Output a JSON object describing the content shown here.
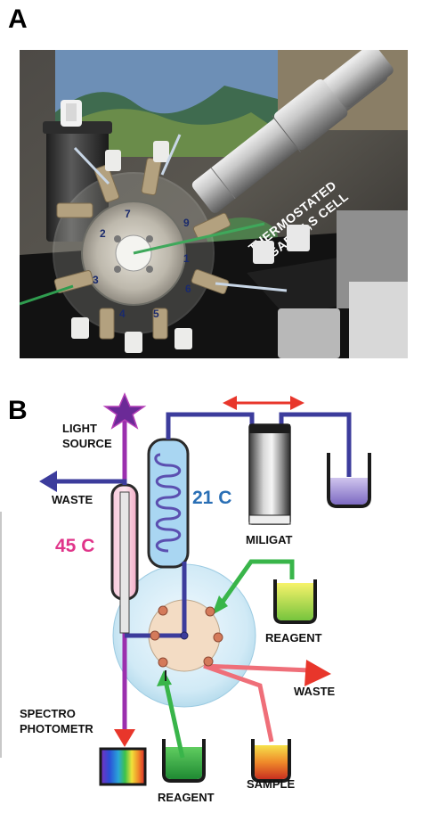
{
  "panel_a": {
    "letter": "A",
    "photo_caption_line1": "THERMOSTATED",
    "photo_caption_line2": "GARTH,S CELL",
    "port_numbers": [
      "1",
      "2",
      "3",
      "4",
      "5",
      "6",
      "7",
      "9"
    ]
  },
  "panel_b": {
    "letter": "B",
    "labels": {
      "light_source_line1": "LIGHT",
      "light_source_line2": "SOURCE",
      "waste_left": "WASTE",
      "temp_coil": "21 C",
      "temp_heater": "45 C",
      "miligat": "MILIGAT",
      "reagent_right": "REAGENT",
      "waste_right": "WASTE",
      "spectro_line1": "SPECTRO",
      "spectro_line2": "PHOTOMETR",
      "reagent_bottom": "REAGENT",
      "sample": "SAMPLE"
    },
    "colors": {
      "light_path": "#9b2fae",
      "tubing": "#3c3c9c",
      "heater_body": "#f5b8cf",
      "heater_label": "#e0358a",
      "coil_label": "#2a6fb5",
      "coil_body": "#a9d6f2",
      "arrow_red": "#e8362b",
      "arrow_green": "#39b54a",
      "arrow_pink": "#ef6f79",
      "cell_disc": "#cce7f3",
      "cell_center": "#f3dcc4"
    }
  }
}
